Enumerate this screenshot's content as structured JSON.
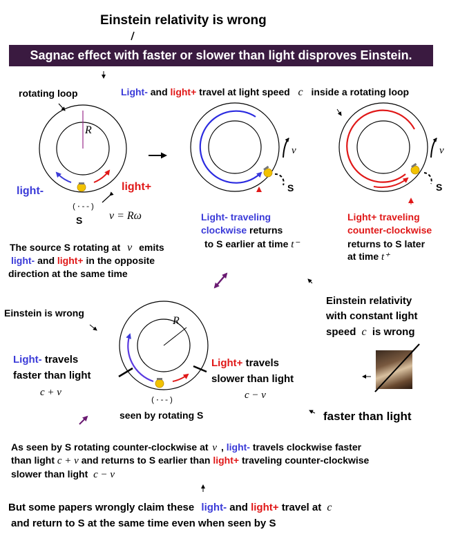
{
  "title": "Einstein relativity is wrong",
  "banner": "Sagnac effect with faster or slower than light disproves Einstein.",
  "panel1": {
    "rotating_loop": "rotating loop",
    "radius": "R",
    "light_minus": "light-",
    "light_plus": "light+",
    "source": "S",
    "omega_formula": "v = Rω",
    "desc_line1a": "The source S rotating at",
    "desc_v": "v",
    "desc_line1b": "emits",
    "desc_line2_blue": "light-",
    "desc_line2_mid": "and",
    "desc_line2_red": "light+",
    "desc_line2_end": "in the opposite",
    "desc_line3": "direction at the same time"
  },
  "top_caption": {
    "blue": "Light-",
    "and": "and",
    "red": "light+",
    "rest": "travel at light speed",
    "c": "c",
    "end": "inside a rotating loop"
  },
  "panel2": {
    "v": "v",
    "s": "S",
    "line1": "Light- traveling",
    "line2_blue": "clockwise",
    "line2_end": "returns",
    "line3": "to S earlier at time",
    "tminus": "t⁻"
  },
  "panel3": {
    "v": "v",
    "s": "S",
    "line1": "Light+ traveling",
    "line2": "counter-clockwise",
    "line3": "returns to S later",
    "line4": "at time",
    "tplus": "t⁺"
  },
  "einstein_is_wrong": "Einstein is wrong",
  "einstein_relativity": {
    "line1": "Einstein relativity",
    "line2": "with constant light",
    "line3a": "speed",
    "c": "c",
    "line3b": "is wrong"
  },
  "panel4": {
    "radius": "R",
    "left_blue": "Light-",
    "left_rest": "travels",
    "left_line2": "faster than light",
    "left_formula": "c + v",
    "right_red": "Light+",
    "right_rest": "travels",
    "right_line2": "slower than light",
    "right_formula": "c − v",
    "seen": "seen by rotating S"
  },
  "faster_than_light": "faster than light",
  "bottom_para": {
    "l1a": "As seen by S rotating counter-clockwise at",
    "v": "v",
    "l1b": ",",
    "l1_blue": "light-",
    "l1c": "travels clockwise faster",
    "l2a": "than light",
    "cpv": "c + v",
    "l2b": "and returns to S earlier than",
    "l2_red": "light+",
    "l2c": "traveling counter-clockwise",
    "l3a": "slower than light",
    "cmv": "c − v"
  },
  "final": {
    "l1a": "But some papers wrongly claim these",
    "blue": "light-",
    "and": "and",
    "red": "light+",
    "l1b": "travel at",
    "c": "c",
    "l2": "and return to S at the same time even when seen by S"
  },
  "colors": {
    "blue": "#3b3bd8",
    "red": "#e01818",
    "purple": "#6a1a72",
    "banner_bg": "#3a1a40",
    "bulb": "#f2c200"
  }
}
